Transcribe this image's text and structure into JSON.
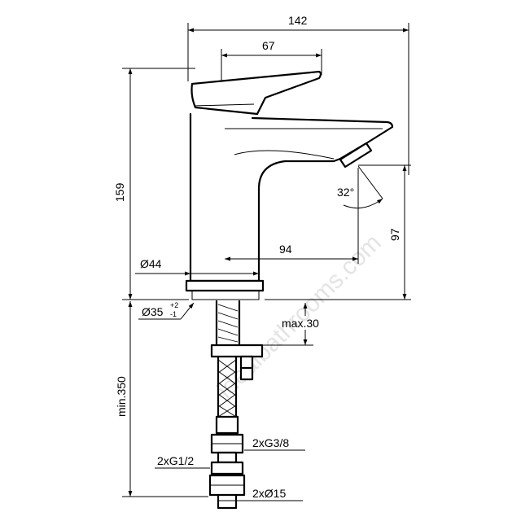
{
  "watermark": "idealbathrooms.com",
  "dimensions": {
    "overall_width": "142",
    "handle_length": "67",
    "overall_height": "159",
    "spout_height": "97",
    "spout_reach": "94",
    "spout_angle": "32°",
    "body_diameter": "Ø44",
    "base_diameter": "Ø35",
    "base_tol_plus": "+2",
    "base_tol_minus": "-1",
    "max_deck": "max.30",
    "min_hose": "min.350",
    "thread_hose": "2xG3/8",
    "thread_conn": "2xG1/2",
    "pipe_diameter": "2xØ15"
  }
}
